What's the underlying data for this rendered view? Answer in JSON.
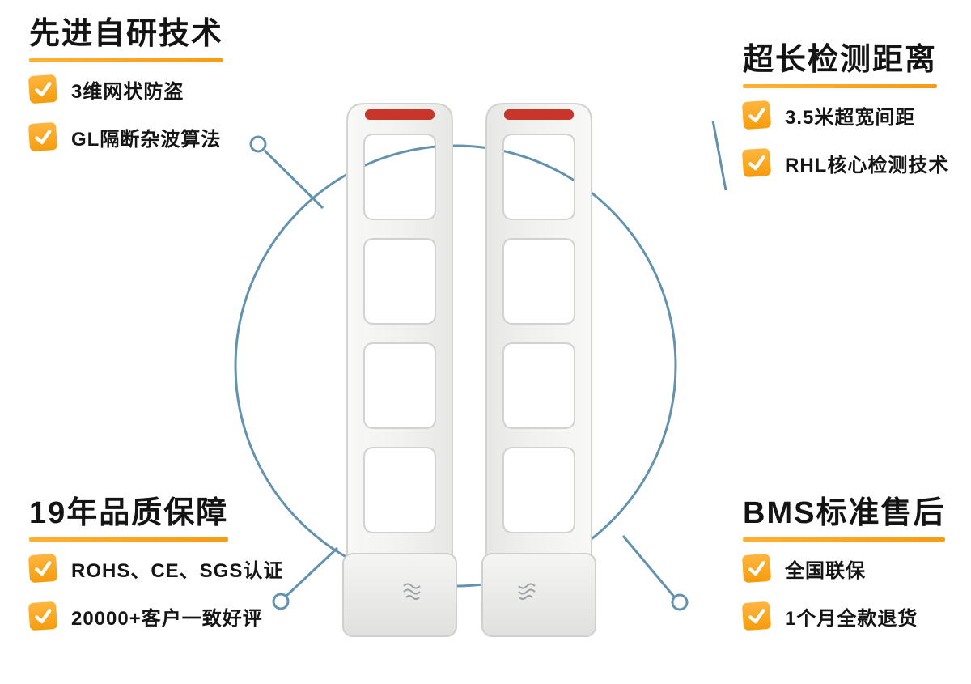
{
  "theme": {
    "accent_orange": "#F9A21B",
    "line_blue": "#6392AF",
    "alarm_red": "#C8352A",
    "text_black": "#141414"
  },
  "sections": {
    "top_left": {
      "title": "先进自研技术",
      "items": [
        "3维网状防盗",
        "GL隔断杂波算法"
      ]
    },
    "top_right": {
      "title": "超长检测距离",
      "items": [
        "3.5米超宽间距",
        "RHL核心检测技术"
      ]
    },
    "bottom_left": {
      "title": "19年品质保障",
      "items": [
        "ROHS、CE、SGS认证",
        "20000+客户一致好评"
      ]
    },
    "bottom_right": {
      "title": "BMS标准售后",
      "items": [
        "全国联保",
        "1个月全款退货"
      ]
    }
  }
}
